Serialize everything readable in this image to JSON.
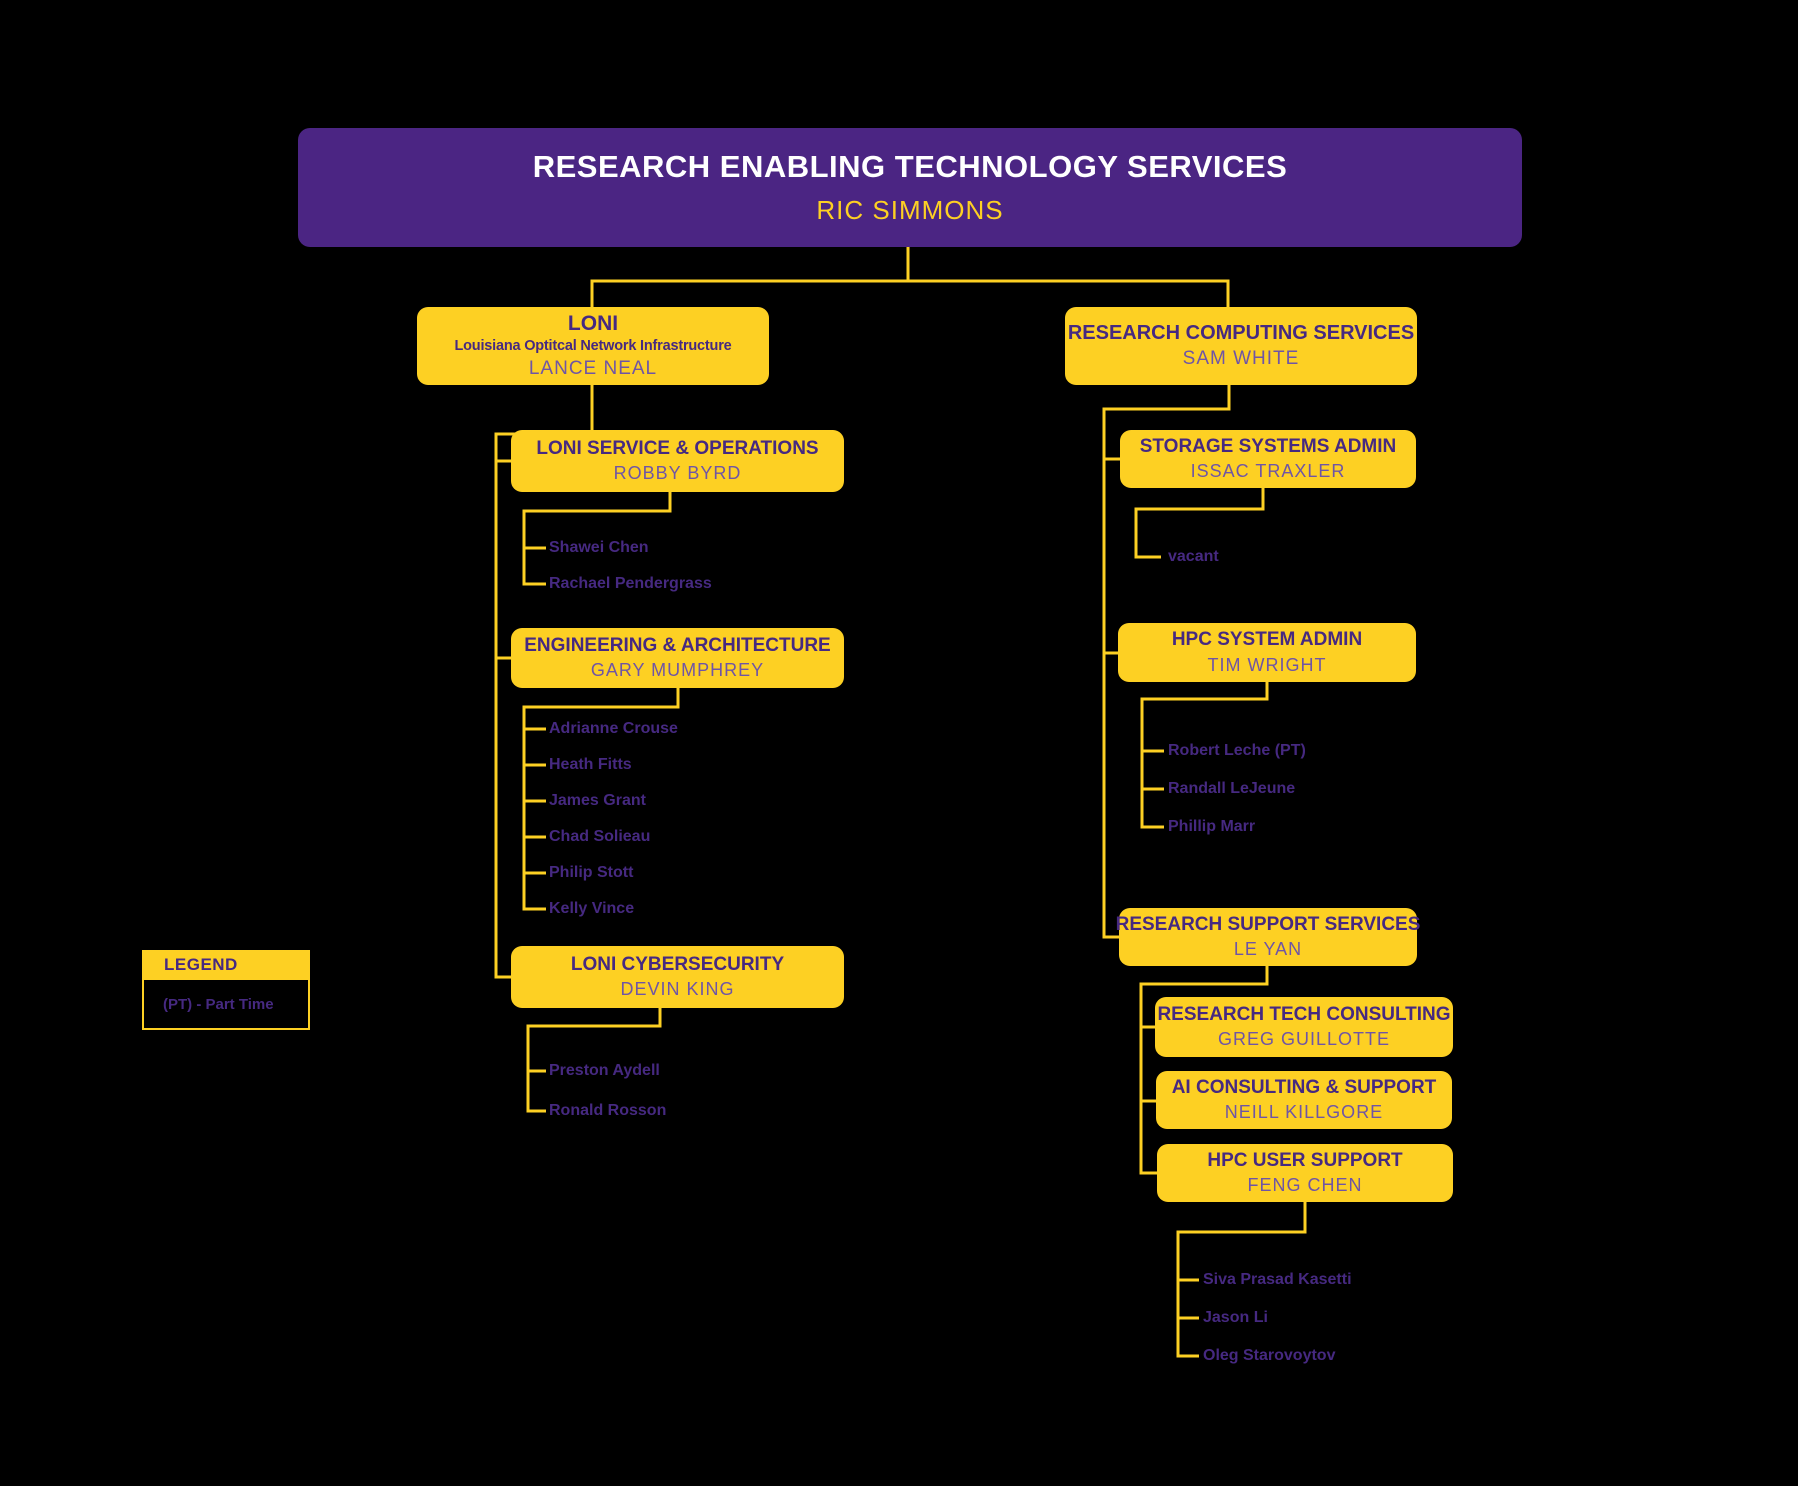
{
  "org": {
    "root": {
      "title": "RESEARCH ENABLING TECHNOLOGY SERVICES",
      "person": "RIC SIMMONS"
    },
    "loni": {
      "title": "LONI",
      "subtitle": "Louisiana Optitcal Network Infrastructure",
      "person": "LANCE NEAL"
    },
    "rcs": {
      "title": "RESEARCH COMPUTING SERVICES",
      "person": "SAM WHITE"
    },
    "ops": {
      "title": "LONI SERVICE & OPERATIONS",
      "person": "ROBBY BYRD",
      "staff": [
        "Shawei Chen",
        "Rachael Pendergrass"
      ]
    },
    "eng": {
      "title": "ENGINEERING & ARCHITECTURE",
      "person": "GARY MUMPHREY",
      "staff": [
        "Adrianne Crouse",
        "Heath Fitts",
        "James Grant",
        "Chad Solieau",
        "Philip Stott",
        "Kelly Vince"
      ]
    },
    "cyber": {
      "title": "LONI CYBERSECURITY",
      "person": "DEVIN KING",
      "staff": [
        "Preston Aydell",
        "Ronald Rosson"
      ]
    },
    "storage": {
      "title": "STORAGE SYSTEMS ADMIN",
      "person": "ISSAC TRAXLER",
      "staff": [
        "vacant"
      ]
    },
    "hpc_admin": {
      "title": "HPC SYSTEM ADMIN",
      "person": "TIM WRIGHT",
      "staff": [
        "Robert Leche (PT)",
        "Randall LeJeune",
        "Phillip Marr"
      ]
    },
    "rss": {
      "title": "RESEARCH SUPPORT SERVICES",
      "person": "LE YAN"
    },
    "rtc": {
      "title": "RESEARCH TECH CONSULTING",
      "person": "GREG GUILLOTTE"
    },
    "ai": {
      "title": "AI CONSULTING & SUPPORT",
      "person": "NEILL KILLGORE"
    },
    "hpc_user": {
      "title": "HPC USER SUPPORT",
      "person": "FENG CHEN",
      "staff": [
        "Siva Prasad Kasetti",
        "Jason Li",
        "Oleg Starovoytov"
      ]
    }
  },
  "legend": {
    "title": "LEGEND",
    "items": [
      "(PT) - Part Time"
    ]
  },
  "colors": {
    "background": "#000000",
    "gold": "#FDD023",
    "purple_box": "#4B2583",
    "purple_text_dark": "#462981",
    "purple_text_light": "#6F55A6",
    "root_title_text": "#FFFFFF"
  }
}
